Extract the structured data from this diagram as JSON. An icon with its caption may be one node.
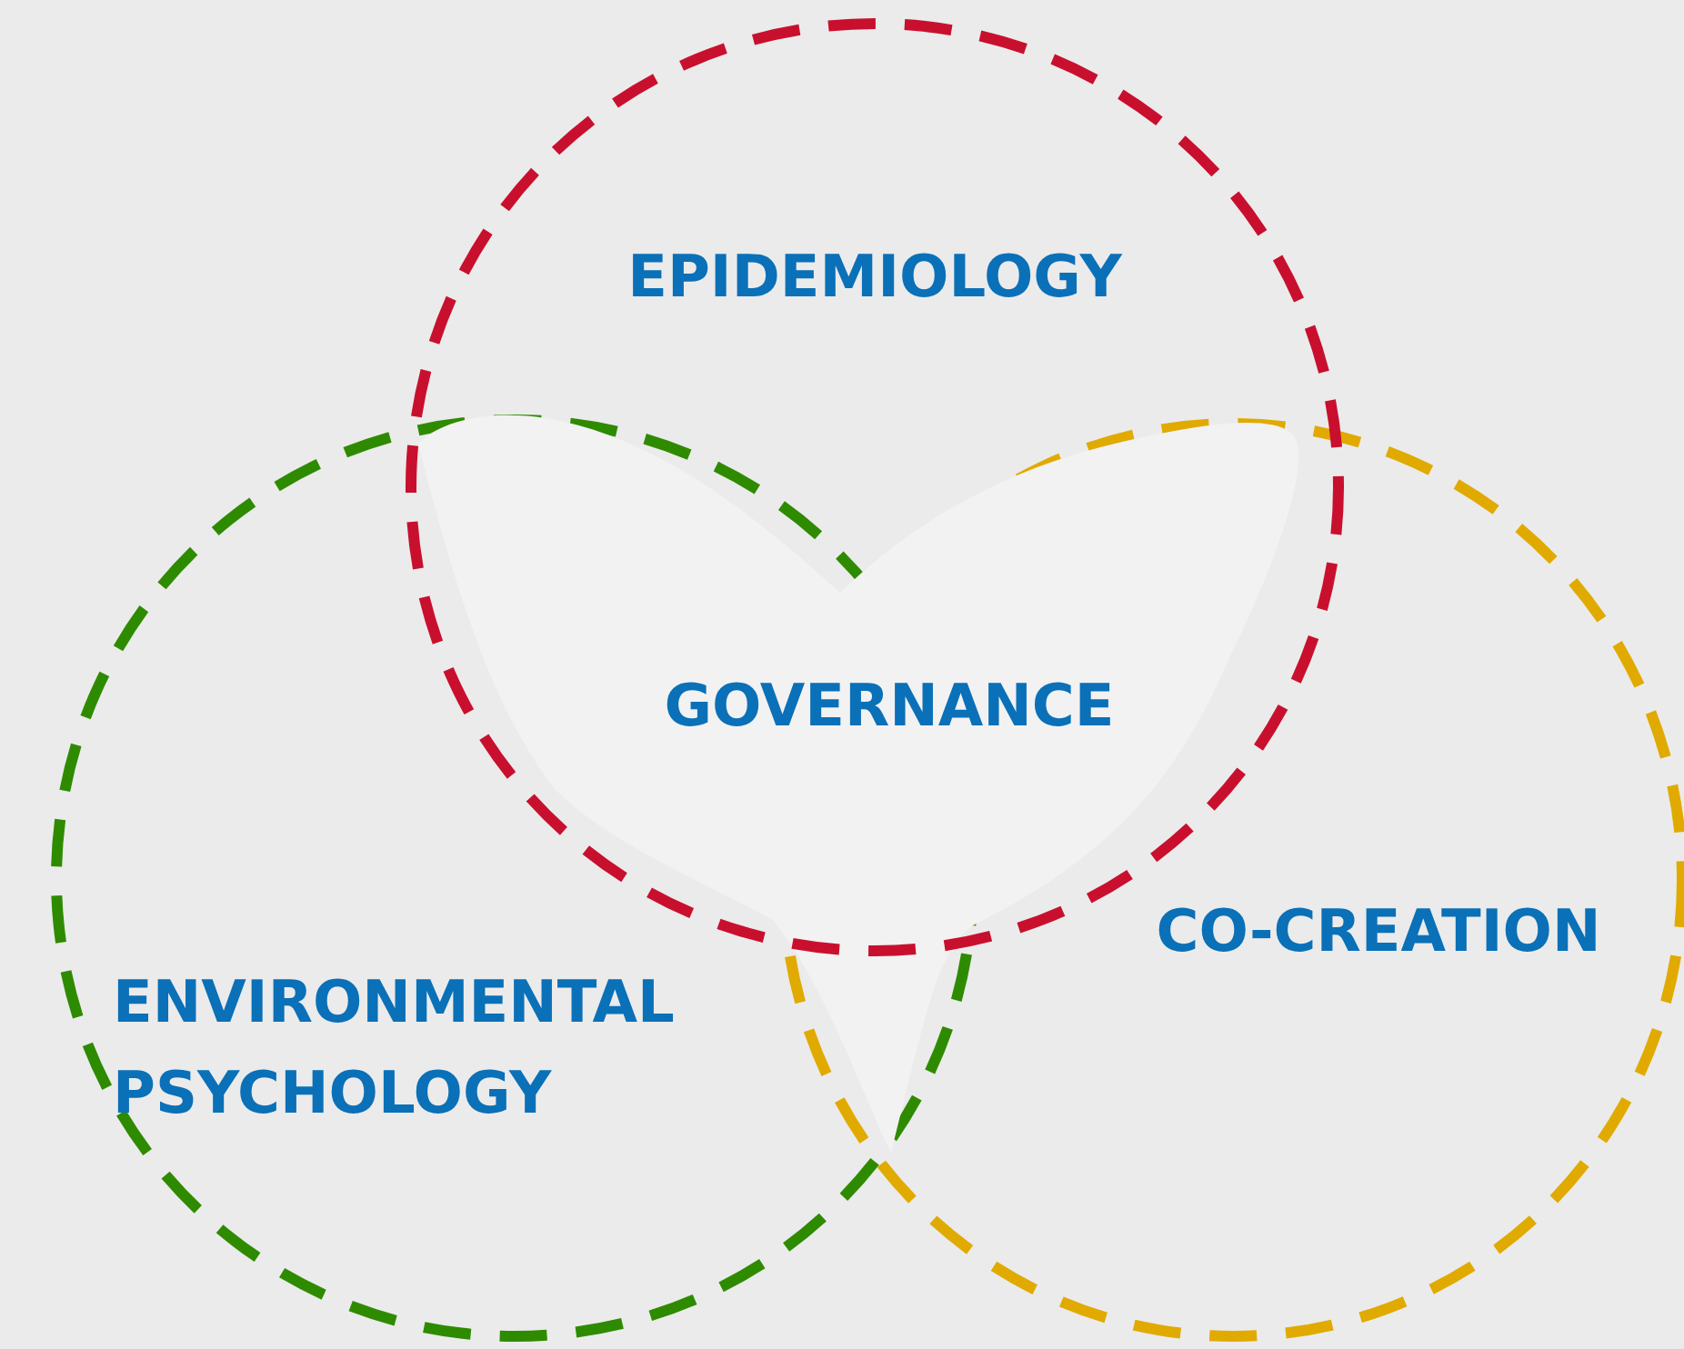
{
  "diagram": {
    "nodes": [
      {
        "text": [
          "EPIDEMIOLOGY"
        ]
      },
      {
        "text": [
          "GOVERNANCE"
        ]
      },
      {
        "text": [
          "ENVIRONMENTAL PSYCHOLOGY"
        ]
      },
      {
        "text": [
          "CO-CREATION"
        ]
      }
    ]
  }
}
